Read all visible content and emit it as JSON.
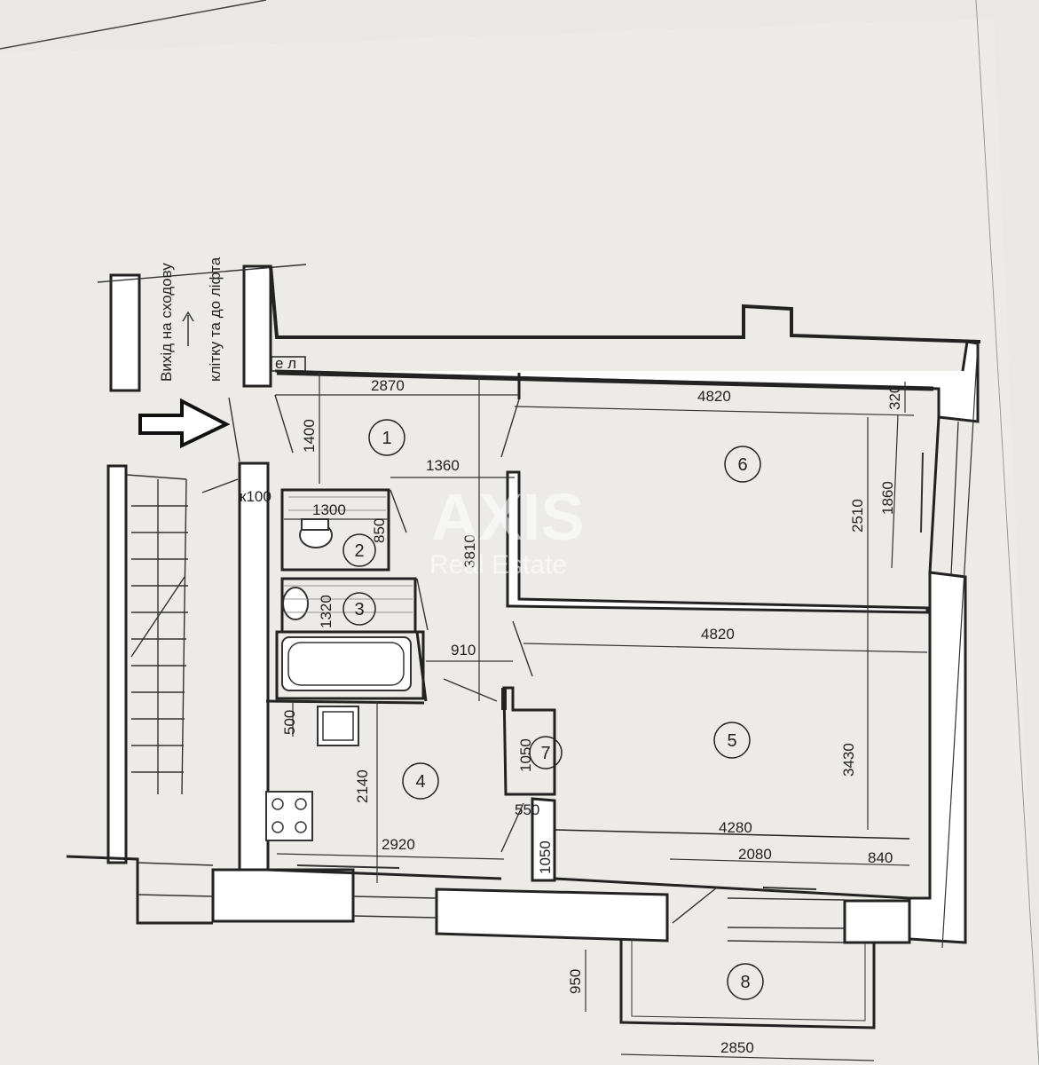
{
  "entrance_text": {
    "line1": "Вихід на сходову",
    "line2": "клітку та до ліфта"
  },
  "small_labels": {
    "el_panel": "е л",
    "k100": "к100"
  },
  "rooms": [
    "1",
    "2",
    "3",
    "4",
    "5",
    "6",
    "7",
    "8"
  ],
  "dimensions": {
    "d2870": "2870",
    "d4820_top": "4820",
    "d320": "320",
    "d1400": "1400",
    "d1360": "1360",
    "d1300": "1300",
    "d850": "850",
    "d3810": "3810",
    "d2510": "2510",
    "d1860": "1860",
    "d1320": "1320",
    "d910": "910",
    "d4820_mid": "4820",
    "d500": "500",
    "d1050_top": "1050",
    "d2140": "2140",
    "d3430": "3430",
    "d550": "550",
    "d4280": "4280",
    "d2920": "2920",
    "d2080": "2080",
    "d840": "840",
    "d1050_bot": "1050",
    "d950": "950",
    "d2850": "2850"
  },
  "watermark": {
    "brand": "AXIS",
    "sub": "Real Estate"
  }
}
